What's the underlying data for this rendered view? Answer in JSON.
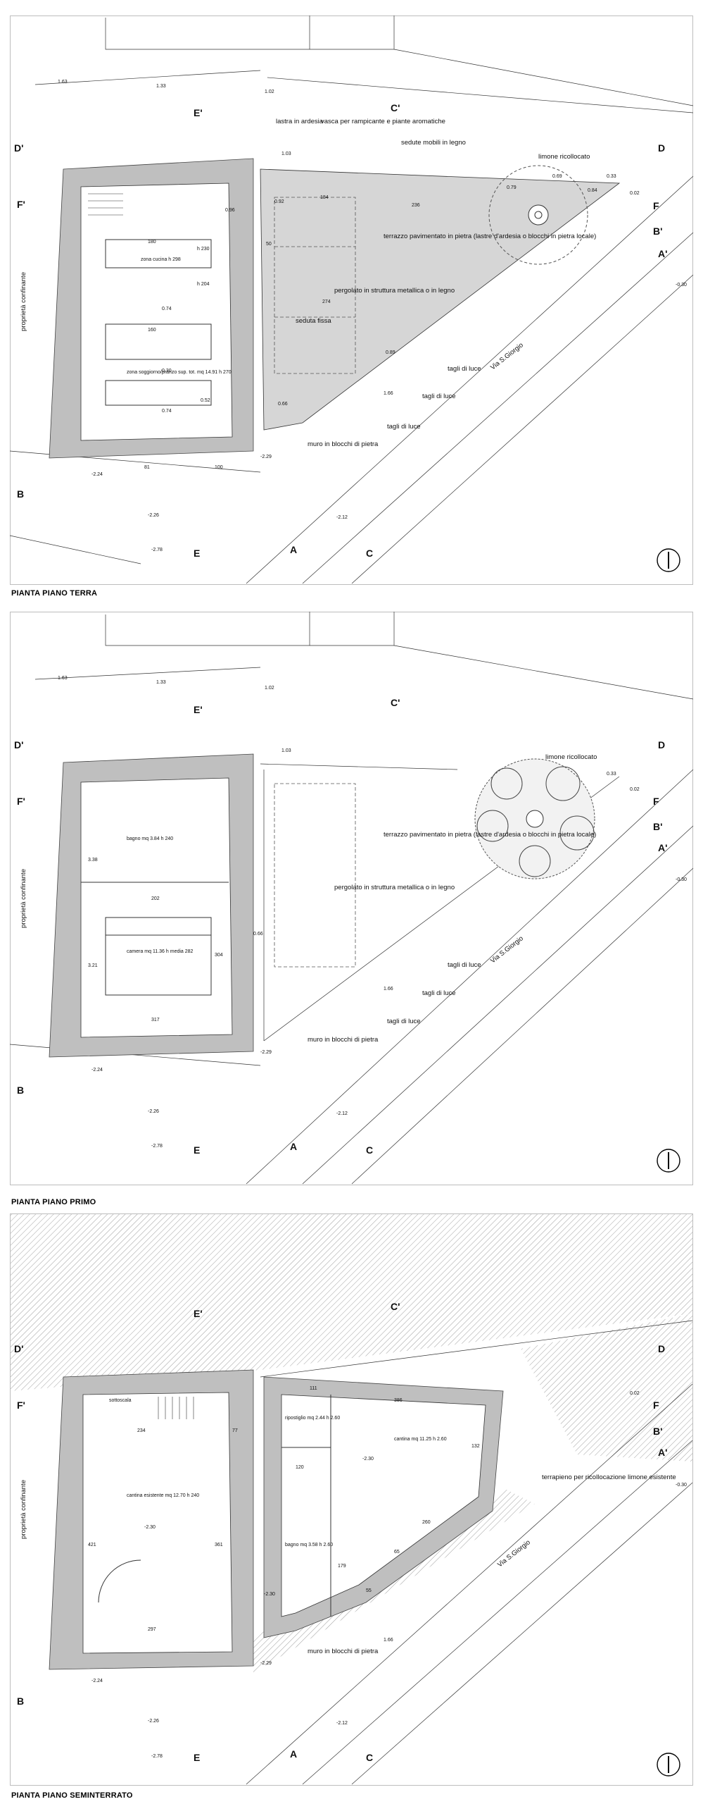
{
  "plans": [
    {
      "title": "PIANTA PIANO TERRA",
      "sections": [
        "E'",
        "C'",
        "D'",
        "D",
        "F'",
        "F",
        "B'",
        "A'",
        "B",
        "E",
        "A",
        "C"
      ],
      "levels": [
        "1.63",
        "1.33",
        "1.02",
        "0.02",
        "-0.30",
        "-2.24",
        "-2.29",
        "-2.26",
        "-2.12",
        "-2.78",
        "1.66"
      ],
      "labels": {
        "lastra": "lastra in ardesia",
        "vasca": "vasca per rampicante e piante aromatiche",
        "sedute_mobili": "sedute mobili in legno",
        "limone": "limone ricollocato",
        "terrazzo": "terrazzo pavimentato in pietra (lastre d'ardesia o blocchi in pietra locale)",
        "pergolato": "pergolato in struttura metallica o in legno",
        "seduta": "seduta fissa",
        "via": "Via S.Giorgio",
        "tagli1": "tagli di luce",
        "tagli2": "tagli di luce",
        "tagli3": "tagli di luce",
        "muro": "muro in blocchi di pietra",
        "proprieta": "proprietà confinante",
        "zona_cucina": "zona cucina h 298",
        "soggiorno": "zona soggiorno/pranzo sup. tot. mq 14.91 h 270"
      },
      "dims": [
        "81",
        "100",
        "50",
        "184",
        "236",
        "274",
        "0.79",
        "0.69",
        "0.33",
        "0.84",
        "0.74",
        "0.30",
        "0.74",
        "0.92",
        "0.52",
        "0.89",
        "0.66",
        "180",
        "h 230",
        "h 204",
        "160",
        "0.96",
        "1.03"
      ]
    },
    {
      "title": "PIANTA PIANO PRIMO",
      "sections": [
        "E'",
        "C'",
        "D'",
        "D",
        "F'",
        "F",
        "B'",
        "A'",
        "B",
        "E",
        "A",
        "C"
      ],
      "levels": [
        "1.63",
        "1.33",
        "1.02",
        "0.02",
        "-0.30",
        "-2.24",
        "-2.29",
        "-2.26",
        "-2.12",
        "-2.78",
        "1.66"
      ],
      "labels": {
        "limone": "limone ricollocato",
        "terrazzo": "terrazzo pavimentato in pietra (lastre d'ardesia o blocchi in pietra locale)",
        "pergolato": "pergolato in struttura metallica o in legno",
        "via": "Via S.Giorgio",
        "tagli1": "tagli di luce",
        "tagli2": "tagli di luce",
        "tagli3": "tagli di luce",
        "muro": "muro in blocchi di pietra",
        "proprieta": "proprietà confinante",
        "bagno": "bagno mq 3.84 h 240",
        "camera": "camera mq 11.36 h media 282"
      },
      "dims": [
        "202",
        "317",
        "304",
        "3.38",
        "3.21",
        "0.66",
        "1.03",
        "0.33"
      ]
    },
    {
      "title": "PIANTA PIANO SEMINTERRATO",
      "sections": [
        "E'",
        "C'",
        "D'",
        "D",
        "F'",
        "F",
        "B'",
        "A'",
        "B",
        "E",
        "A",
        "C"
      ],
      "levels": [
        "0.02",
        "-0.30",
        "-2.30",
        "-2.30",
        "-2.30",
        "-2.24",
        "-2.29",
        "-2.26",
        "-2.12",
        "-2.78",
        "1.66"
      ],
      "labels": {
        "sottoscala": "sottoscala",
        "cantina_esistente": "cantina esistente mq 12.70 h 240",
        "ripostiglio": "ripostiglio mq 2.44 h 2.60",
        "bagno": "bagno mq 3.58 h 2.60",
        "cantina": "cantina mq 11.25 h 2.60",
        "terrapieno": "terrapieno per ricollocazione limone esistente",
        "via": "Via S.Giorgio",
        "muro": "muro in blocchi di pietra",
        "proprieta": "proprietà confinante"
      },
      "dims": [
        "234",
        "77",
        "111",
        "386",
        "120",
        "421",
        "361",
        "297",
        "132",
        "260",
        "179",
        "65",
        "55"
      ]
    }
  ],
  "north_symbol": "north-arrow"
}
